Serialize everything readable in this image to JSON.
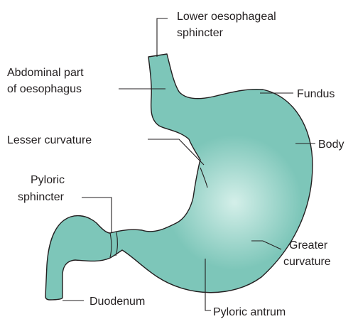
{
  "labels": {
    "lower_oesophageal_sphincter": [
      "Lower oesophageal",
      "sphincter"
    ],
    "abdominal_part_of_oesophagus": [
      "Abdominal part",
      "of oesophagus"
    ],
    "fundus": "Fundus",
    "body": "Body",
    "lesser_curvature": "Lesser curvature",
    "pyloric_sphincter": [
      "Pyloric",
      "sphincter"
    ],
    "greater_curvature": [
      "Greater",
      "curvature"
    ],
    "duodenum": "Duodenum",
    "pyloric_antrum": "Pyloric antrum"
  },
  "colors": {
    "organ_fill": "#7dc6b9",
    "organ_highlight": "#d4efe9",
    "outline": "#231f20",
    "text": "#231f20"
  }
}
